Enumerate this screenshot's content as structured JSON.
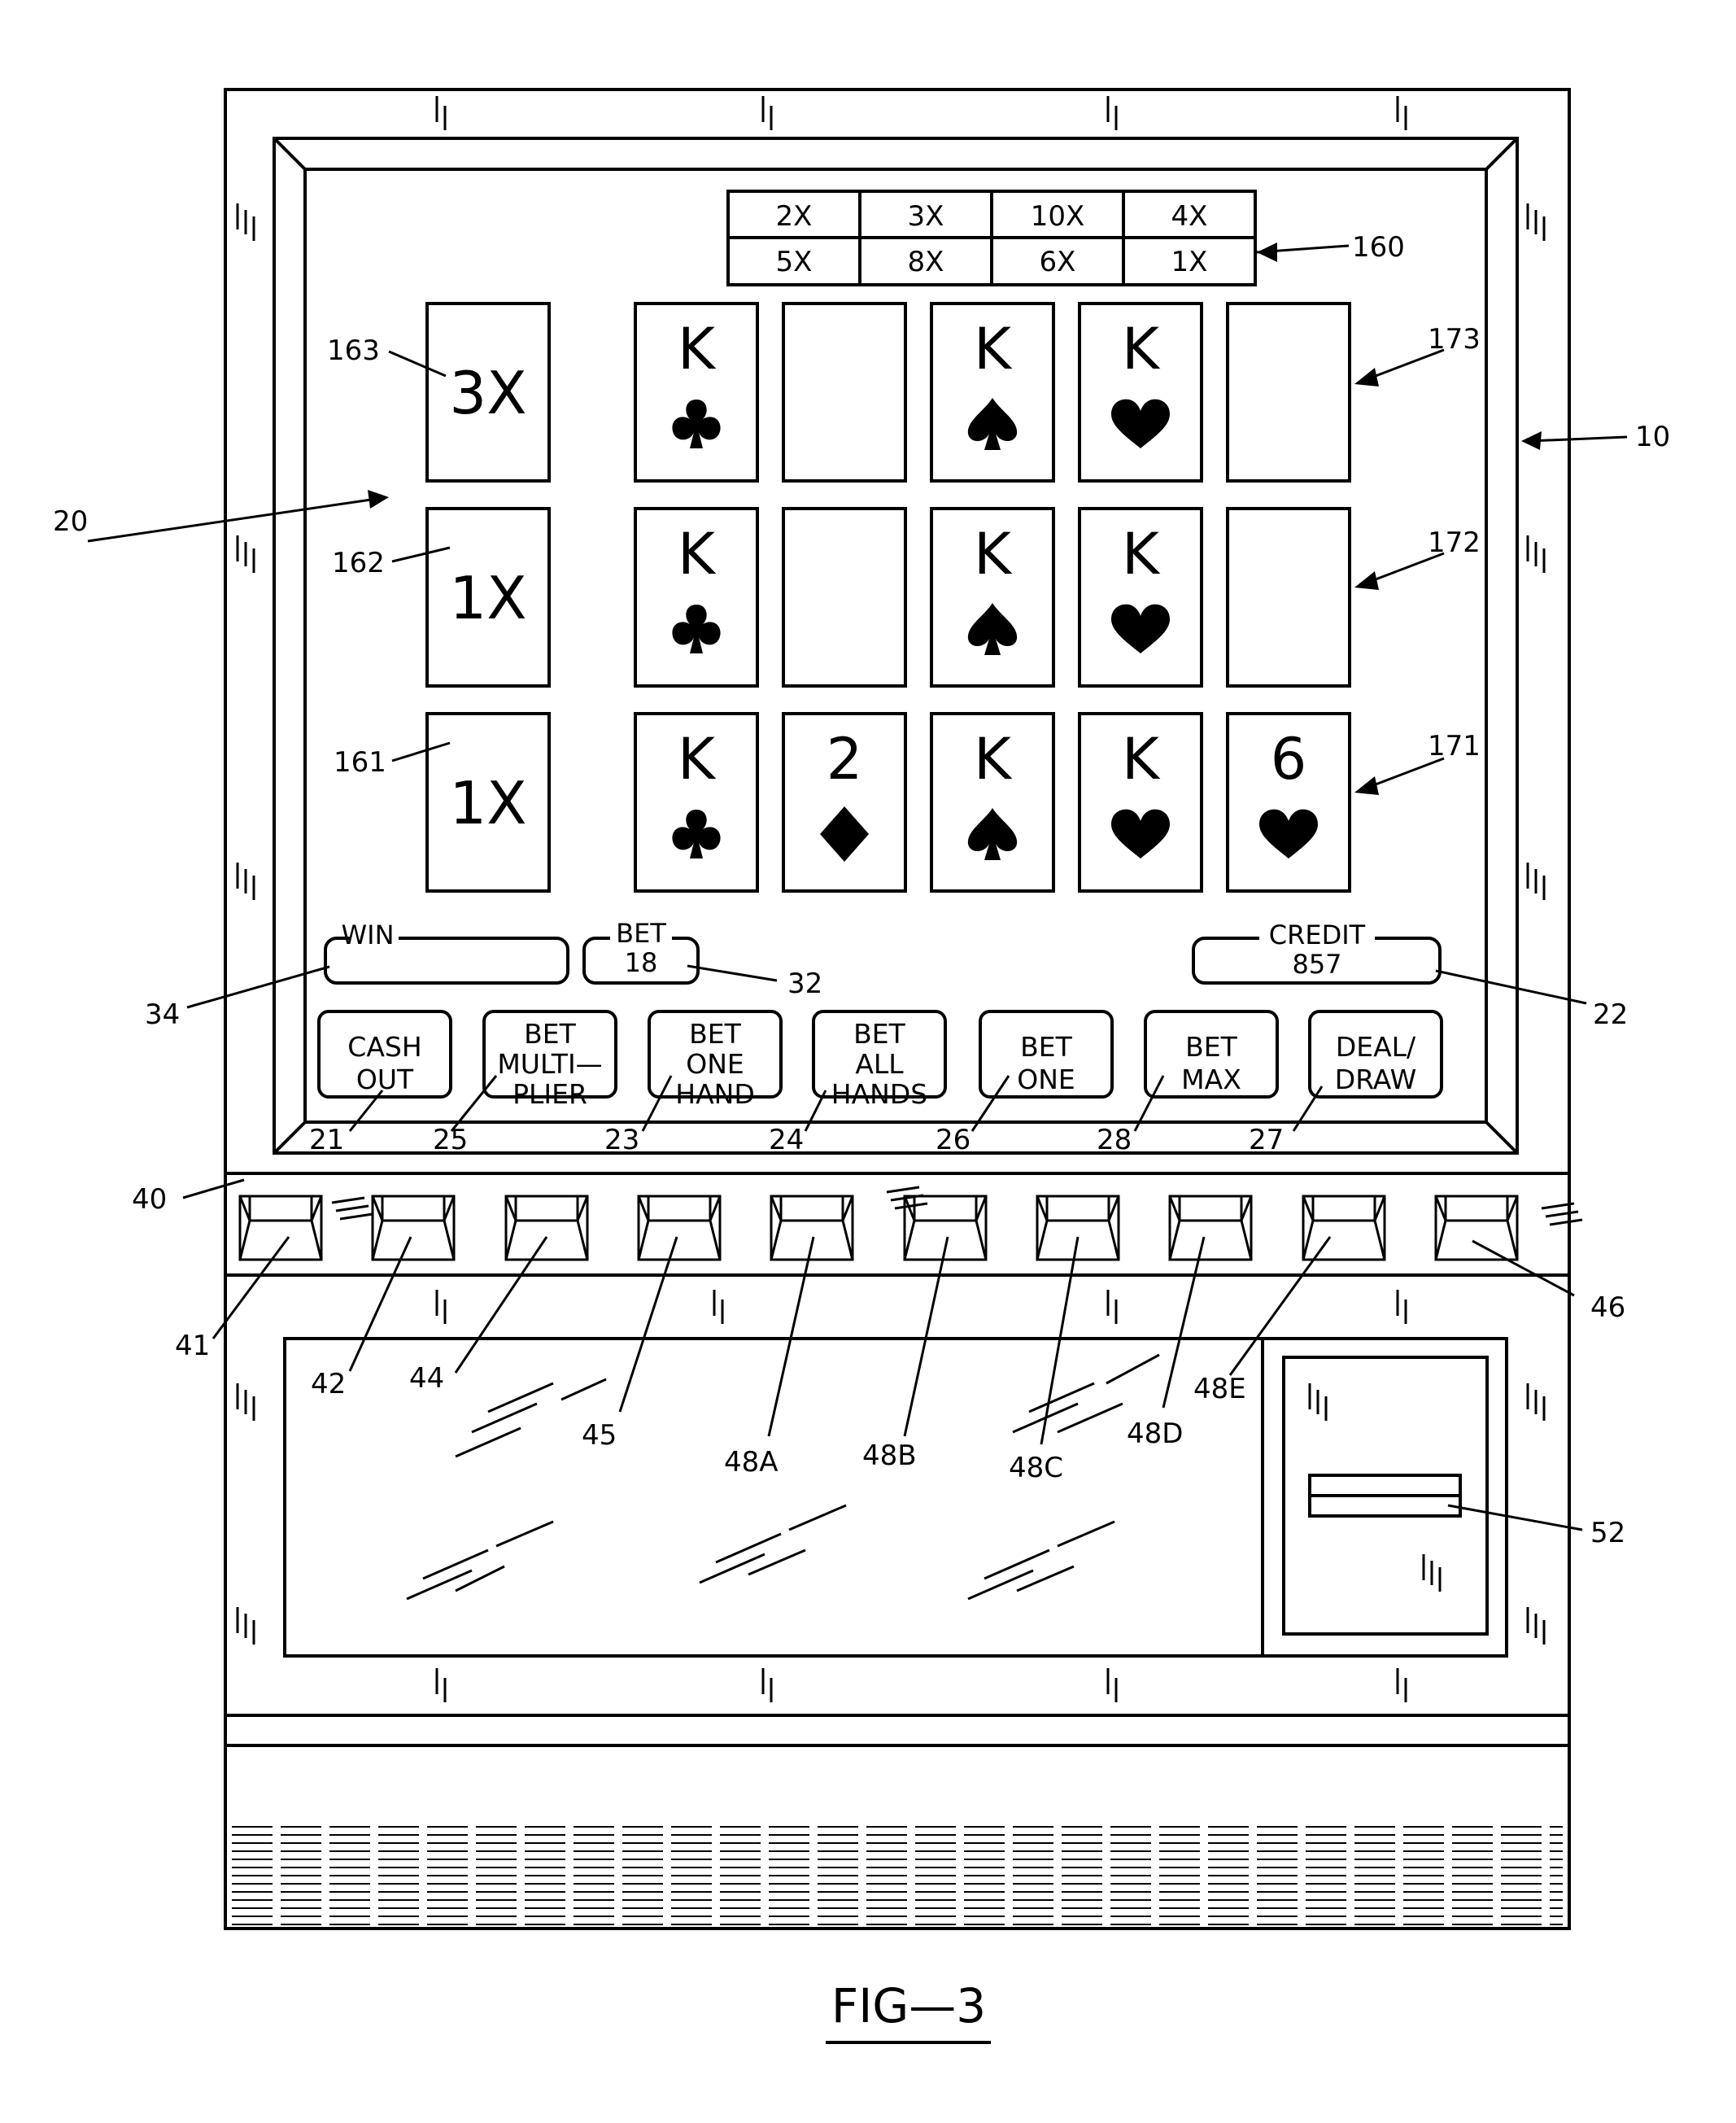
{
  "figure_title": "FIG—3",
  "multiplier_table": {
    "row1": [
      "2X",
      "3X",
      "10X",
      "4X"
    ],
    "row2": [
      "5X",
      "8X",
      "6X",
      "1X"
    ]
  },
  "multiplier_cards": [
    "3X",
    "1X",
    "1X"
  ],
  "hands": [
    {
      "cards": [
        {
          "rank": "K",
          "suit": "club"
        },
        null,
        {
          "rank": "K",
          "suit": "spade"
        },
        {
          "rank": "K",
          "suit": "heart"
        },
        null
      ]
    },
    {
      "cards": [
        {
          "rank": "K",
          "suit": "club"
        },
        null,
        {
          "rank": "K",
          "suit": "spade"
        },
        {
          "rank": "K",
          "suit": "heart"
        },
        null
      ]
    },
    {
      "cards": [
        {
          "rank": "K",
          "suit": "club"
        },
        {
          "rank": "2",
          "suit": "diamond"
        },
        {
          "rank": "K",
          "suit": "spade"
        },
        {
          "rank": "K",
          "suit": "heart"
        },
        {
          "rank": "6",
          "suit": "heart"
        }
      ]
    }
  ],
  "meters": {
    "win_label": "WIN",
    "bet_label": "BET",
    "bet_value": "18",
    "credit_label": "CREDIT",
    "credit_value": "857"
  },
  "buttons": [
    {
      "lines": [
        "CASH",
        "OUT"
      ]
    },
    {
      "lines": [
        "BET",
        "MULTI—",
        "PLIER"
      ]
    },
    {
      "lines": [
        "BET",
        "ONE",
        "HAND"
      ]
    },
    {
      "lines": [
        "BET",
        "ALL",
        "HANDS"
      ]
    },
    {
      "lines": [
        "BET",
        "ONE"
      ]
    },
    {
      "lines": [
        "BET",
        "MAX"
      ]
    },
    {
      "lines": [
        "DEAL/",
        "DRAW"
      ]
    }
  ],
  "refs": {
    "r10": "10",
    "r20": "20",
    "r160": "160",
    "r161": "161",
    "r162": "162",
    "r163": "163",
    "r171": "171",
    "r172": "172",
    "r173": "173",
    "r34": "34",
    "r32": "32",
    "r22": "22",
    "r21": "21",
    "r25": "25",
    "r23": "23",
    "r24": "24",
    "r26": "26",
    "r28": "28",
    "r27": "27",
    "r40": "40",
    "r41": "41",
    "r42": "42",
    "r44": "44",
    "r45": "45",
    "r48A": "48A",
    "r48B": "48B",
    "r48C": "48C",
    "r48D": "48D",
    "r48E": "48E",
    "r46": "46",
    "r52": "52"
  },
  "colors": {
    "line": "#000000",
    "background": "#ffffff"
  }
}
